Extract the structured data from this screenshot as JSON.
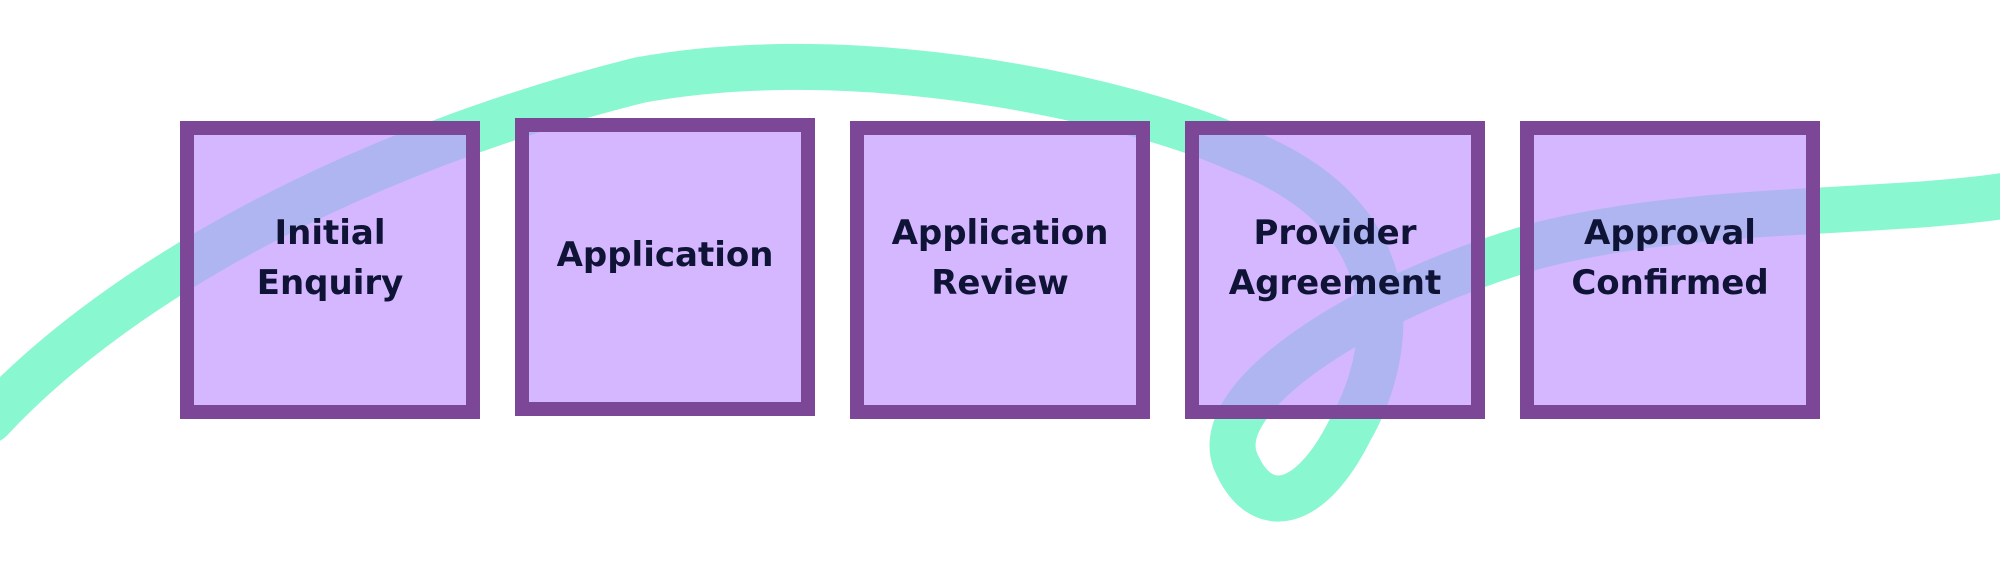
{
  "colors": {
    "background": "#ffffff",
    "box_border": "#7d4797",
    "box_fill": "#d2b0fd",
    "label_text": "#0f1335",
    "swoosh": "#89f7cf"
  },
  "steps": [
    {
      "label": "Initial\nEnquiry"
    },
    {
      "label": "Application"
    },
    {
      "label": "Application\nReview"
    },
    {
      "label": "Provider\nAgreement"
    },
    {
      "label": "Approval\nConfirmed"
    }
  ]
}
